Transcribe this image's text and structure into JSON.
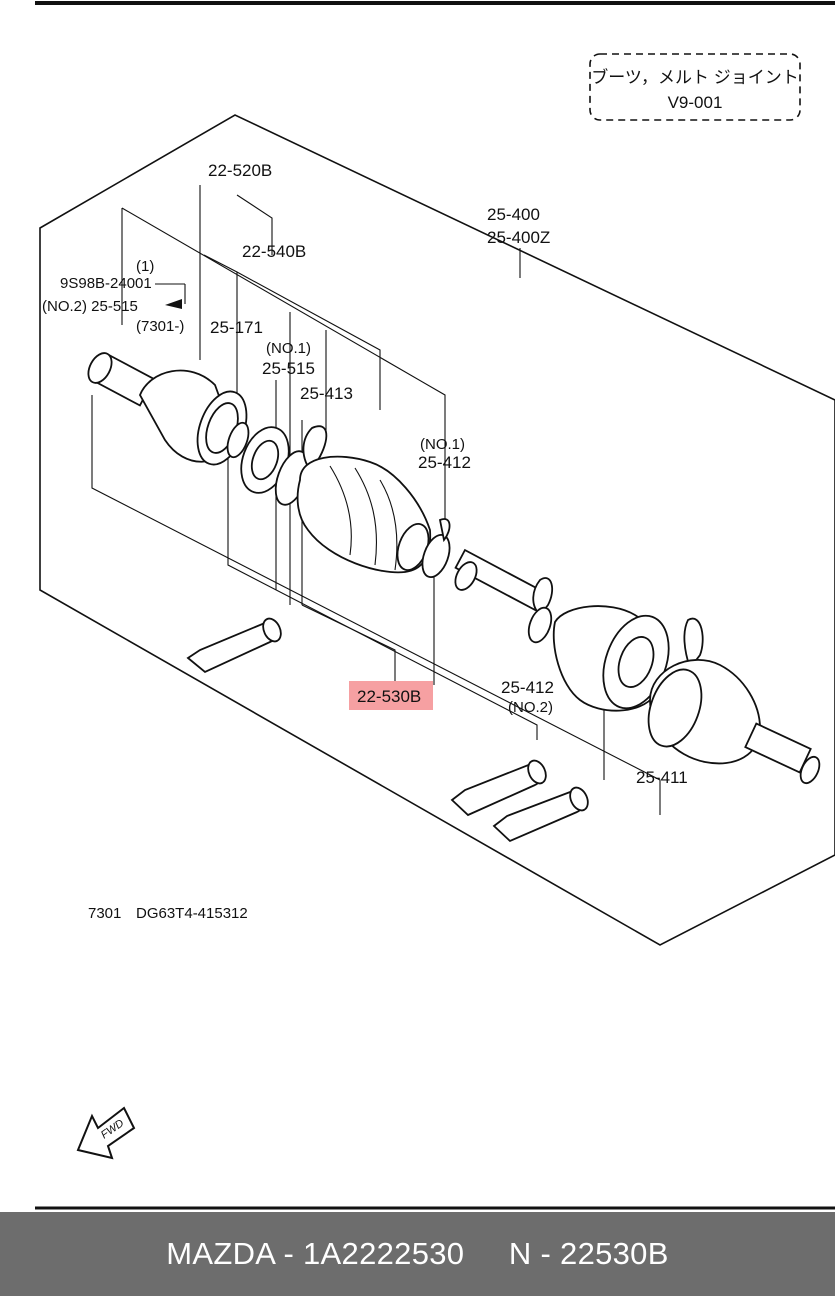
{
  "header": {
    "title_jp": "ブーツ，メルト ジョイント",
    "code": "V9-001"
  },
  "callouts": {
    "c22_520b": "22-520B",
    "c22_540b": "22-540B",
    "c25_400": "25-400",
    "c25_400z": "25-400Z",
    "c1": "(1)",
    "c9s98b": "9S98B-24001",
    "cno2_25_515": "(NO.2) 25-515",
    "c7301_range": "(7301-)",
    "c25_171": "25-171",
    "cno1_a": "(NO.1)",
    "c25_515": "25-515",
    "c25_413": "25-413",
    "cno1_b": "(NO.1)",
    "c25_412_a": "25-412",
    "c22_530b": "22-530B",
    "c25_412_b": "25-412",
    "cno2_b": "(NO.2)",
    "c25_411": "25-411"
  },
  "highlight_color": "#f6a0a2",
  "diagram_code": {
    "prefix": "7301",
    "code": "DG63T4-415312"
  },
  "fwd_icon_label": "FWD",
  "footer": {
    "text": "MAZDA - 1A2222530     N - 22530B"
  }
}
